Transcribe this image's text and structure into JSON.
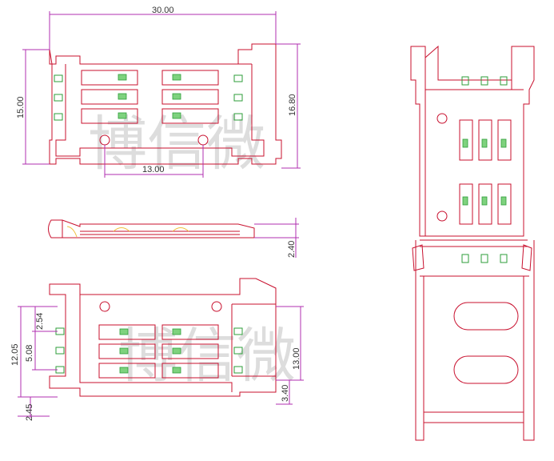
{
  "watermark": {
    "top_text": "博信微",
    "bottom_text": "博信微"
  },
  "dimensions": {
    "top_width": "30.00",
    "top_height_left": "15.00",
    "top_height_right": "16.80",
    "hole_spacing": "13.00",
    "side_thickness": "2.40",
    "bottom_total": "12.05",
    "bottom_pitch_small": "2.54",
    "bottom_pitch_large": "5.08",
    "bottom_offset": "2.45",
    "bottom_height_right": "13.00",
    "bottom_offset_right": "3.40"
  },
  "colors": {
    "outline": "#c8102e",
    "contacts": "#2e9e3a",
    "dimension": "#b02fb0"
  }
}
